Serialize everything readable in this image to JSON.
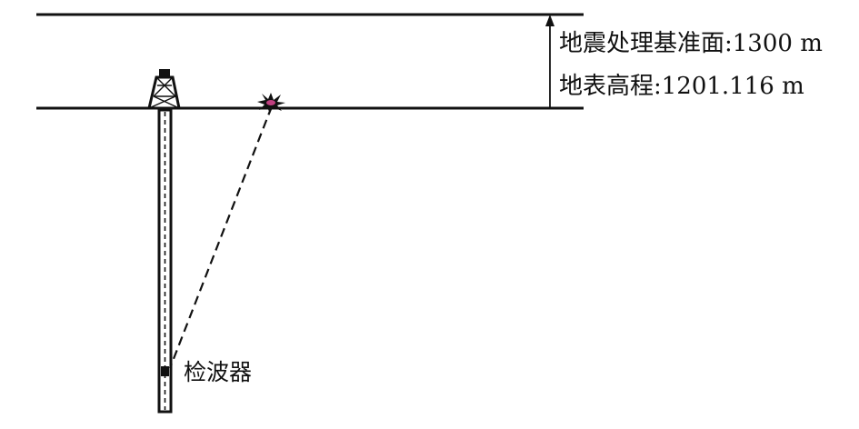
{
  "labels": {
    "datum": "地震处理基准面:1300 m",
    "surface_elevation": "地表高程:1201.116 m",
    "geophone": "检波器"
  },
  "colors": {
    "line": "#111111",
    "shot_core": "#c04080",
    "background": "#ffffff"
  },
  "icons": {
    "derrick": "drilling-rig-icon",
    "shot": "explosion-icon"
  }
}
